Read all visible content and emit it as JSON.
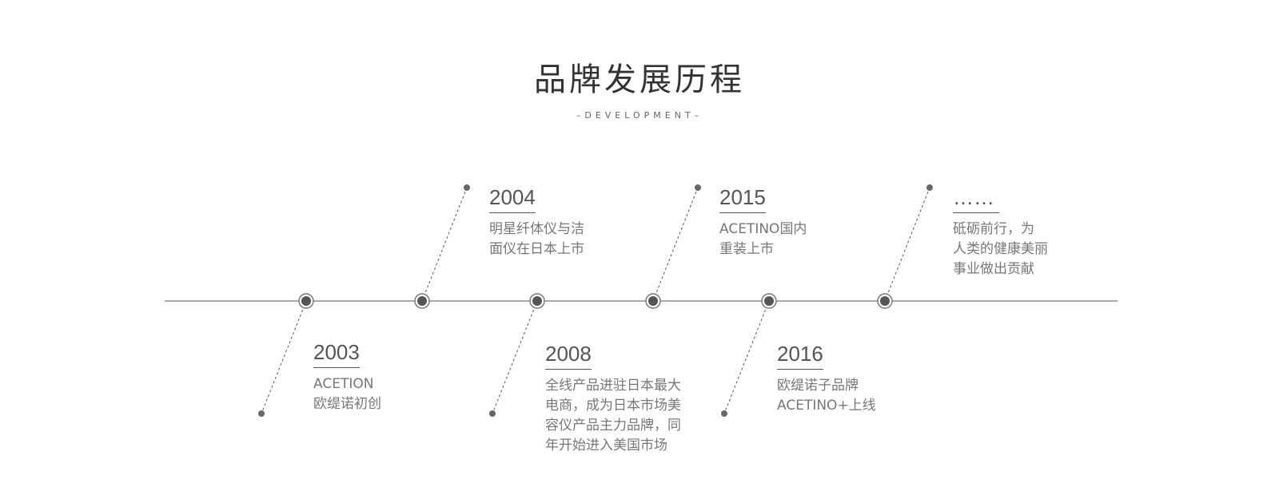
{
  "section": {
    "title": "品牌发展历程",
    "subtitle": "–DEVELOPMENT–"
  },
  "events": [
    {
      "year": "2003",
      "desc": "ACETION\n欧缇诺初创",
      "side": "below"
    },
    {
      "year": "2004",
      "desc": "明星纤体仪与洁\n面仪在日本上市",
      "side": "above"
    },
    {
      "year": "2008",
      "desc": "全线产品进驻日本最大\n电商，成为日本市场美\n容仪产品主力品牌，同\n年开始进入美国市场",
      "side": "below"
    },
    {
      "year": "2015",
      "desc": "ACETINO国内\n重装上市",
      "side": "above"
    },
    {
      "year": "2016",
      "desc": "欧缇诺子品牌\nACETINO+上线",
      "side": "below"
    },
    {
      "year": "……",
      "desc": "砥砺前行，为\n人类的健康美丽\n事业做出贡献",
      "side": "above"
    }
  ],
  "colors": {
    "line": "#555555",
    "dot": "#666666",
    "text": "#777777",
    "year": "#555555"
  }
}
